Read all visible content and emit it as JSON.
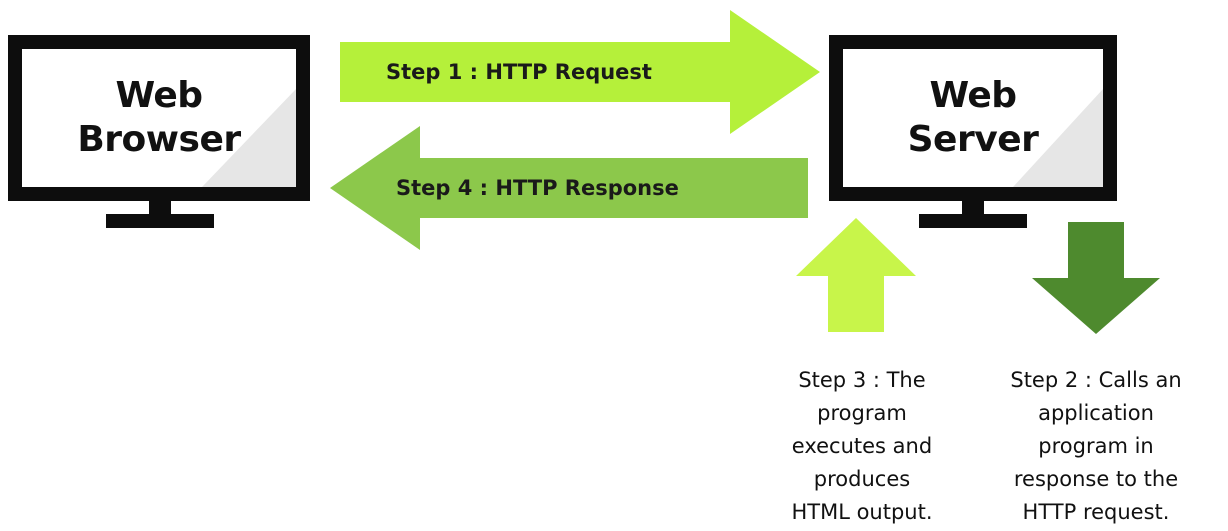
{
  "nodes": {
    "browser": {
      "label_line1": "Web",
      "label_line2": "Browser"
    },
    "server": {
      "label_line1": "Web",
      "label_line2": "Server"
    }
  },
  "arrows": {
    "step1": {
      "label": "Step 1 : HTTP Request",
      "color": "#b5f03a"
    },
    "step4": {
      "label": "Step 4 : HTTP Response",
      "color": "#8cc84b"
    },
    "step3": {
      "color": "#c8f54a"
    },
    "step2": {
      "color": "#4e8a2e"
    }
  },
  "notes": {
    "step3": "Step 3 : The\nprogram\nexecutes and\nproduces\nHTML output.",
    "step2": "Step 2 : Calls an\napplication\nprogram in\nresponse to the\nHTTP request."
  }
}
